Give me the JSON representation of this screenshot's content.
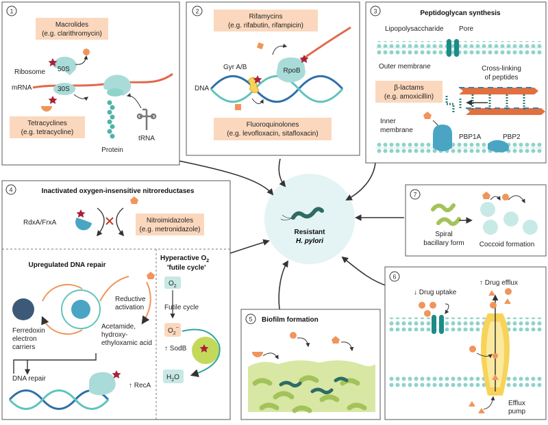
{
  "colors": {
    "panel_border": "#555555",
    "drug_box": "#fbd8bd",
    "mrna": "#e06a4a",
    "protein": "#4fb3a9",
    "ribosome": "#a9dcd8",
    "dna_blue": "#2e6fa8",
    "dna_teal": "#5fc4bd",
    "membrane": "#9fdcd4",
    "drug_orange": "#f0955a",
    "star": "#a8213a",
    "center": "#e4f3f3",
    "biofilm": "#d8e7a4",
    "efflux": "#f7d35a"
  },
  "center": {
    "title": "Resistant",
    "subtitle": "H. pylori"
  },
  "panel1": {
    "number": "1",
    "macrolides": [
      "Macrolides",
      "(e.g. clarithromycin)"
    ],
    "ribosome": "Ribosome",
    "sub50": "50S",
    "sub30": "30S",
    "mrna": "mRNA",
    "tetracyclines": [
      "Tetracyclines",
      "(e.g. tetracycline)"
    ],
    "protein": "Protein",
    "trna": "tRNA"
  },
  "panel2": {
    "number": "2",
    "rifamycins": [
      "Rifamycins",
      "(e.g. rifabutin, rifampicin)"
    ],
    "gyr": "Gyr A/B",
    "rpob": "RpoB",
    "dna": "DNA",
    "fluoroquinolones": [
      "Fluoroquinolones",
      "(e.g. levofloxacin, sitafloxacin)"
    ]
  },
  "panel3": {
    "number": "3",
    "title": "Peptidoglycan synthesis",
    "lps": "Lipopolysaccharide",
    "pore": "Pore",
    "outer_membrane": "Outer membrane",
    "crosslinking": [
      "Cross-linking",
      "of peptides"
    ],
    "betalactams": [
      "β-lactams",
      "(e.g. amoxicillin)"
    ],
    "inner_membrane": [
      "Inner",
      "membrane"
    ],
    "pbp1a": "PBP1A",
    "pbp2": "PBP2"
  },
  "panel4": {
    "number": "4",
    "title": "Inactivated oxygen-insensitive nitroreductases",
    "rdxa": "RdxA/FrxA",
    "nitroimidazoles": [
      "Nitroimidazoles",
      "(e.g. metronidazole)"
    ],
    "repair_title": "Upregulated DNA repair",
    "ferredoxin": [
      "Ferredoxin",
      "electron",
      "carriers"
    ],
    "reductive": [
      "Reductive",
      "activation"
    ],
    "acetamide": [
      "Acetamide,",
      "hydroxy-",
      "ethyloxamic acid"
    ],
    "dna_repair": "DNA repair",
    "reca": "↑ RecA",
    "hyper_line1": "Hyperactive O",
    "hyper_line1_sub": "2",
    "hyper_line2": "'futile cycle'",
    "o2": "O",
    "o2_sub": "2",
    "futile": "Futile cycle",
    "o2minus": "O",
    "o2minus_sub": "2",
    "o2minus_sup": "−",
    "sodb": "↑ SodB",
    "h2o_h": "H",
    "h2o_sub": "2",
    "h2o_o": "O"
  },
  "panel5": {
    "number": "5",
    "title": "Biofilm formation"
  },
  "panel6": {
    "number": "6",
    "uptake": "↓ Drug uptake",
    "efflux": "↑ Drug efflux",
    "pump": [
      "Efflux",
      "pump"
    ]
  },
  "panel7": {
    "number": "7",
    "spiral": [
      "Spiral",
      "bacillary form"
    ],
    "coccoid": "Coccoid formation"
  }
}
